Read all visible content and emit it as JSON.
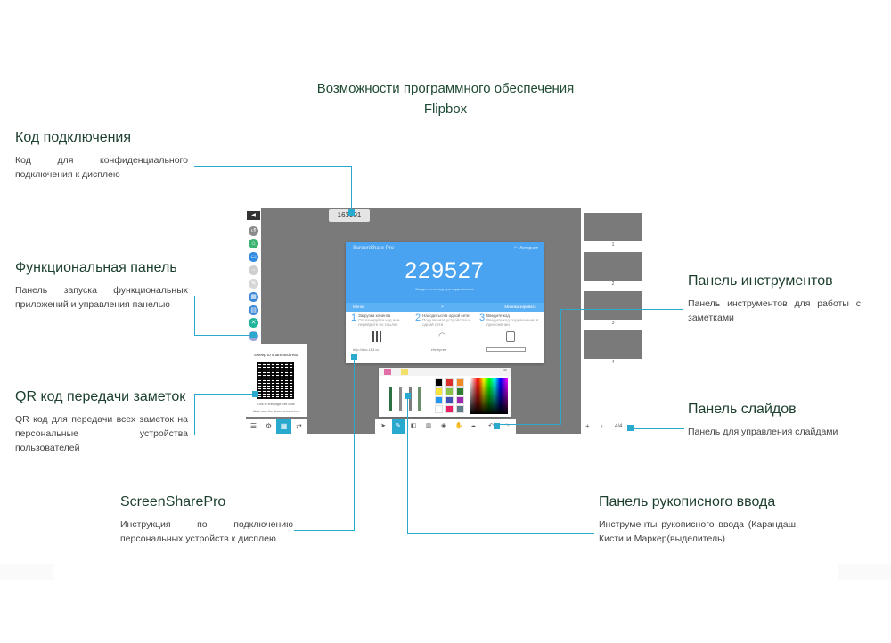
{
  "header": {
    "title_line1": "Возможности программного обеспечения",
    "title_line2": "Flipbox"
  },
  "annotations": {
    "code": {
      "heading": "Код подключения",
      "text": "Код для конфиденциального подключения к дисплею"
    },
    "function_panel": {
      "heading": "Функциональная панель",
      "text": "Панель запуска функциональных приложений и управления панелью"
    },
    "qr": {
      "heading": "QR код передачи заметок",
      "text": "QR код для передачи всех заметок на персональные устройства пользователей"
    },
    "screenshare": {
      "heading": "ScreenSharePro",
      "text": "Инструкция по подключению персональных устройств к дисплею"
    },
    "tools": {
      "heading": "Панель инструментов",
      "text": "Панель инструментов для работы с заметками"
    },
    "slides": {
      "heading": "Панель слайдов",
      "text": "Панель для управления слайдами"
    },
    "handwriting": {
      "heading": "Панель рукописного ввода",
      "text": "Инструменты рукописного ввода (Карандаш, Кисти и Маркер(выделитель)"
    }
  },
  "screen": {
    "connection_code": "163991",
    "screenshare": {
      "app_name": "ScreenShare Pro",
      "network": "Интернет",
      "code": "229527",
      "subtitle": "Введите этот код для подключения",
      "tab_left": "Меню",
      "tab_right": "Минимизировать",
      "steps": [
        {
          "num": "1",
          "title": "Загрузка клиента",
          "text": "Отсканируйте код или перейдите по ссылке"
        },
        {
          "num": "2",
          "title": "Находиться в одной сети",
          "text": "Подключите устройства к одной сети"
        },
        {
          "num": "3",
          "title": "Введите код",
          "text": "Введите код подключения в приложении"
        }
      ],
      "link": "http://doc.163.cc",
      "wifi_label": "Интернет"
    },
    "qr_panel": {
      "title": "Sweep to share and read",
      "caption1": "Link to Webpage Sell code",
      "caption2": "Make sure the device is turned on"
    },
    "slides": [
      {
        "num": "1"
      },
      {
        "num": "2"
      },
      {
        "num": "3"
      },
      {
        "num": "4"
      }
    ],
    "slide_counter": "4/4",
    "icons": {
      "left_panel": [
        "collapse-icon",
        "back-icon",
        "home-icon",
        "chat-icon",
        "edit-icon",
        "grid-icon",
        "book-icon",
        "tools-icon",
        "more-icon"
      ],
      "left_bar": [
        "menu-icon",
        "settings-icon",
        "qr-icon",
        "swap-icon"
      ],
      "bottom_bar": [
        "select-icon",
        "pen-icon",
        "eraser-icon",
        "delete-icon",
        "shape-icon",
        "hand-icon",
        "cloud-icon",
        "undo-icon",
        "redo-icon"
      ]
    },
    "palette": [
      "#000000",
      "#d9302b",
      "#f08a24",
      "#f5e23b",
      "#8bc34a",
      "#2e7d32",
      "#2196f3",
      "#3f51b5",
      "#9c27b0",
      "#ffffff",
      "#e91e63",
      "#607d8b"
    ]
  }
}
